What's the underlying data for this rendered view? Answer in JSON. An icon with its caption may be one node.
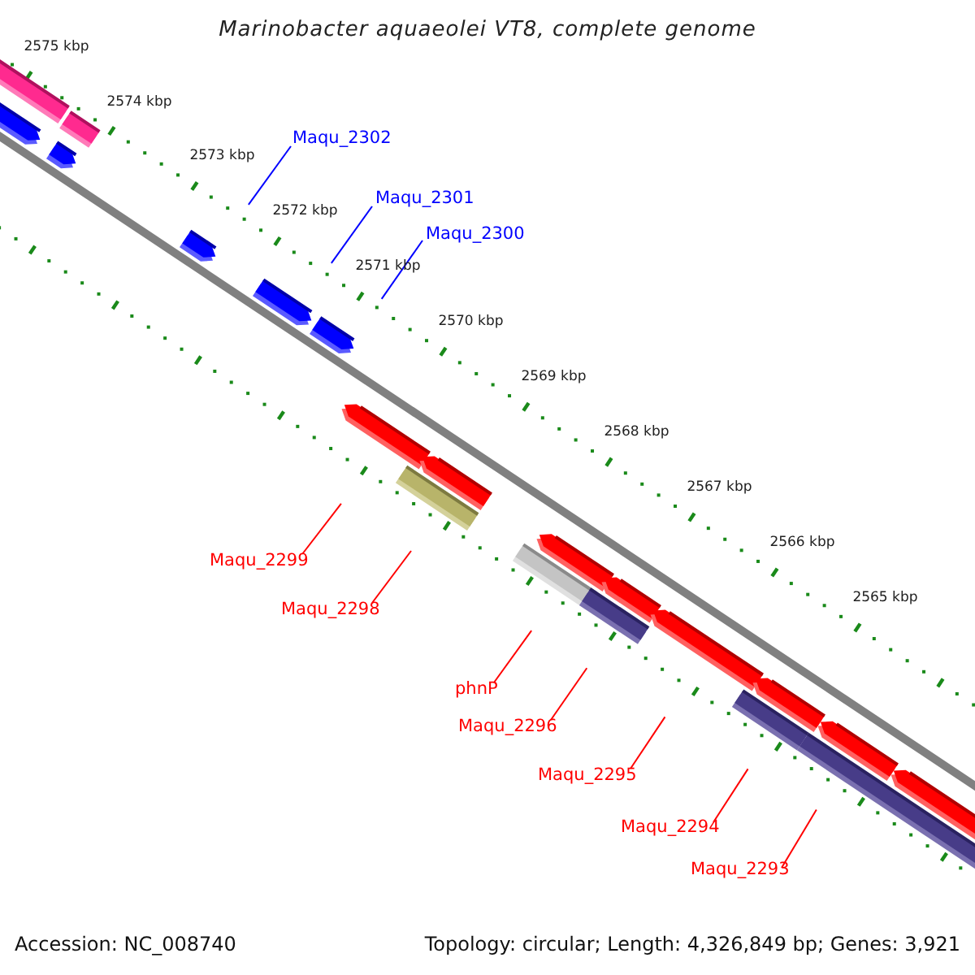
{
  "diagram": {
    "title": "Marinobacter aquaeolei VT8, complete genome",
    "nodes": [
      {
        "text": [
          "Maqu_2302"
        ]
      },
      {
        "text": [
          "Maqu_2301"
        ]
      },
      {
        "text": [
          "Maqu_2300"
        ]
      },
      {
        "text": [
          "Maqu_2299"
        ]
      },
      {
        "text": [
          "Maqu_2298"
        ]
      },
      {
        "text": [
          "phnP"
        ]
      },
      {
        "text": [
          "Maqu_2296"
        ]
      },
      {
        "text": [
          "Maqu_2295"
        ]
      },
      {
        "text": [
          "Maqu_2294"
        ]
      },
      {
        "text": [
          "Maqu_2293"
        ]
      }
    ],
    "edges": [
      {
        "from": 0,
        "to": null,
        "arrow": "none",
        "color": "#0000ff"
      },
      {
        "from": 1,
        "to": null,
        "arrow": "none",
        "color": "#0000ff"
      },
      {
        "from": 2,
        "to": null,
        "arrow": "none",
        "color": "#0000ff"
      },
      {
        "from": 3,
        "to": null,
        "arrow": "none"
      },
      {
        "from": 4,
        "to": null,
        "arrow": "none"
      },
      {
        "from": 5,
        "to": null,
        "arrow": "none"
      },
      {
        "from": 6,
        "to": null,
        "arrow": "none"
      },
      {
        "from": 7,
        "to": null,
        "arrow": "none"
      },
      {
        "from": 8,
        "to": null,
        "arrow": "none"
      },
      {
        "from": 9,
        "to": null,
        "arrow": "none"
      }
    ],
    "labels": [
      "2575 kbp",
      "2574 kbp",
      "2573 kbp",
      "2572 kbp",
      "2571 kbp",
      "2570 kbp",
      "2569 kbp",
      "2568 kbp",
      "2567 kbp",
      "2566 kbp",
      "2565 kbp",
      "Accession: NC_008740",
      "Topology: circular; Length: 4,326,849 bp; Genes: 3,921"
    ]
  }
}
